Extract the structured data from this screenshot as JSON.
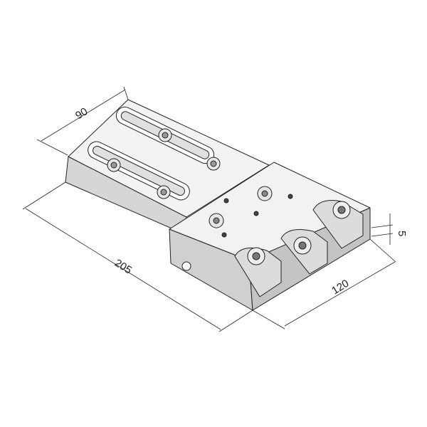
{
  "drawing": {
    "dimensions": {
      "width": "90",
      "length": "205",
      "module_width": "120",
      "offset": "5"
    },
    "colors": {
      "top_face": "#f2f2f2",
      "side_face": "#d4d4d4",
      "dark_face": "#b8b8b8",
      "line": "#222222"
    }
  }
}
